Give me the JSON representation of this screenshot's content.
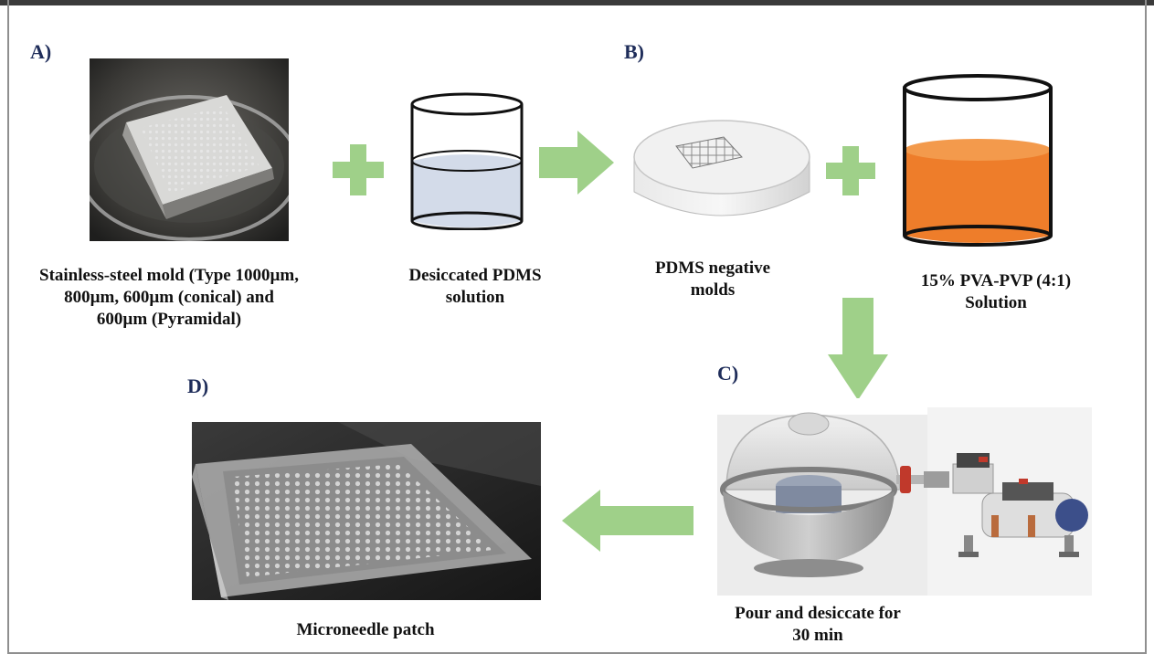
{
  "panels": {
    "a": {
      "label": "A)",
      "mold_caption_l1": "Stainless-steel mold (Type 1000µm,",
      "mold_caption_l2": "800µm, 600µm (conical) and",
      "mold_caption_l3": "600µm (Pyramidal)",
      "pdms_caption_l1": "Desiccated PDMS",
      "pdms_caption_l2": "solution"
    },
    "b": {
      "label": "B)",
      "negative_caption_l1": "PDMS negative",
      "negative_caption_l2": "molds",
      "pva_caption_l1": "15% PVA-PVP (4:1)",
      "pva_caption_l2": "Solution"
    },
    "c": {
      "label": "C)",
      "caption_l1": "Pour and desiccate for",
      "caption_l2": "30 min"
    },
    "d": {
      "label": "D)",
      "caption": "Microneedle patch"
    }
  },
  "colors": {
    "arrow_green": "#9fd089",
    "pdms_liquid": "#d3dbe9",
    "pva_liquid": "#ee7d2a",
    "panel_letter": "#1f2d5a"
  },
  "icons": [
    "plus-icon",
    "arrow-right-icon",
    "arrow-down-icon",
    "arrow-left-icon",
    "beaker-icon"
  ]
}
